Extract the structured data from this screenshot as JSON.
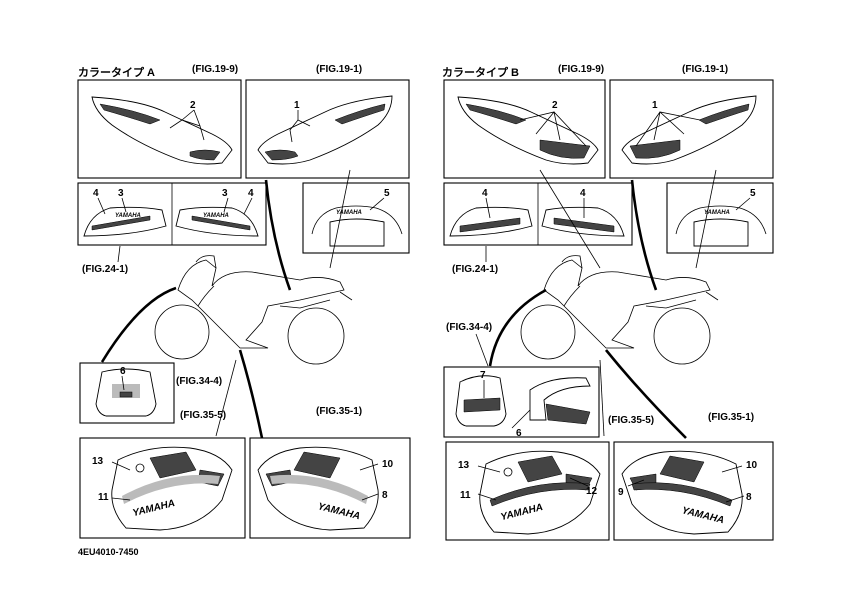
{
  "diagram": {
    "left_panel": {
      "header": "カラータイプ A",
      "figs": {
        "top_left": "(FIG.19-9)",
        "top_right": "(FIG.19-1)",
        "mid": "(FIG.24-1)",
        "front": "(FIG.34-4)",
        "bot_left": "(FIG.35-5)",
        "bot_right": "(FIG.35-1)"
      },
      "callouts": [
        "2",
        "1",
        "4",
        "3",
        "3",
        "4",
        "5",
        "6",
        "13",
        "11",
        "10",
        "8"
      ],
      "logos": [
        "YAMAHA",
        "YAMAHA",
        "YAMAHA",
        "YAMAHA",
        "YAMAHA"
      ]
    },
    "right_panel": {
      "header": "カラータイプ B",
      "figs": {
        "top_left": "(FIG.19-9)",
        "top_right": "(FIG.19-1)",
        "mid": "(FIG.24-1)",
        "front": "(FIG.34-4)",
        "bot_left": "(FIG.35-5)",
        "bot_right": "(FIG.35-1)"
      },
      "callouts": [
        "2",
        "1",
        "4",
        "4",
        "5",
        "7",
        "6",
        "13",
        "12",
        "11",
        "10",
        "9",
        "8"
      ],
      "logos": [
        "YAMAHA",
        "YAMAHA",
        "YAMAHA"
      ]
    },
    "part_code": "4EU4010-7450"
  }
}
